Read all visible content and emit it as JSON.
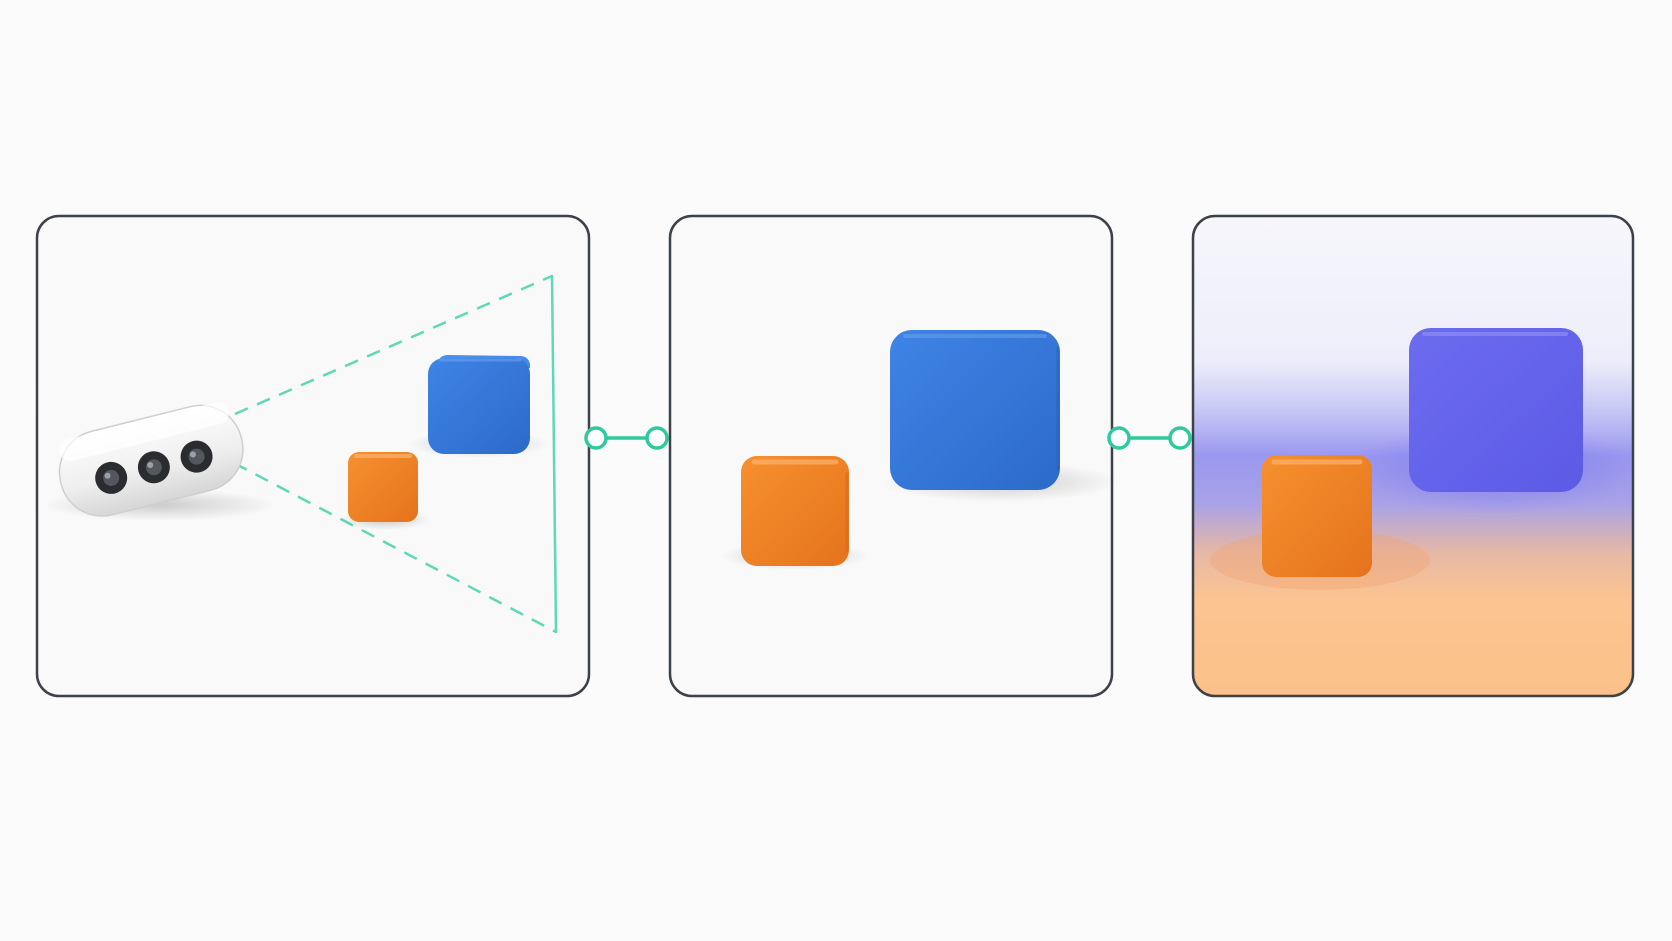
{
  "diagram": {
    "panels": [
      {
        "id": "capture",
        "content": [
          "stereo-camera",
          "view-frustum",
          "blue-cube",
          "orange-cube"
        ]
      },
      {
        "id": "scene",
        "content": [
          "orange-cube",
          "blue-box"
        ]
      },
      {
        "id": "depth",
        "content": [
          "depth-gradient",
          "orange-cube",
          "blue-box"
        ]
      }
    ],
    "connectors": 2
  },
  "colors": {
    "background": "#fbfbfb",
    "panel_border": "#3d4148",
    "panel_fill": "#f9f9f9",
    "connector": "#2ec99e",
    "frustum": "#5fd8b8",
    "cube_orange": "#f28a2e",
    "cube_blue": "#3b7ddc",
    "depth_near": "#fbbf86",
    "depth_far": "#6a68ee"
  }
}
